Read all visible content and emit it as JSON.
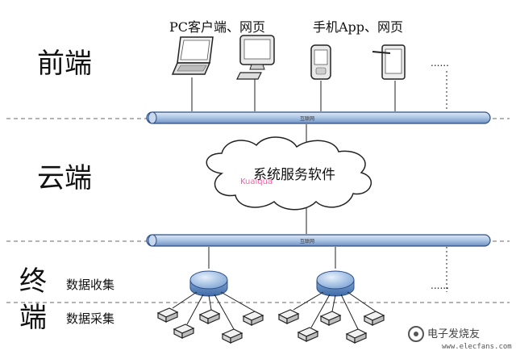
{
  "layers": {
    "frontend": "前端",
    "cloud": "云端",
    "terminal": "终端"
  },
  "terminal_sub": {
    "collect": "数据收集",
    "acquire": "数据采集"
  },
  "captions": {
    "pc": "PC客户端、网页",
    "mobile": "手机App、网页"
  },
  "bus": {
    "label": "互联网"
  },
  "cloud": {
    "label": "系统服务软件"
  },
  "ellipsis": "......",
  "watermark": "Kuaiqua",
  "logo": {
    "name": "电子发烧友",
    "url": "www.elecfans.com"
  },
  "colors": {
    "bus_fill": "#a9c4e4",
    "bus_stroke": "#2f4f86",
    "router_fill": "#9ec0e6",
    "dashed_line": "#666666"
  }
}
